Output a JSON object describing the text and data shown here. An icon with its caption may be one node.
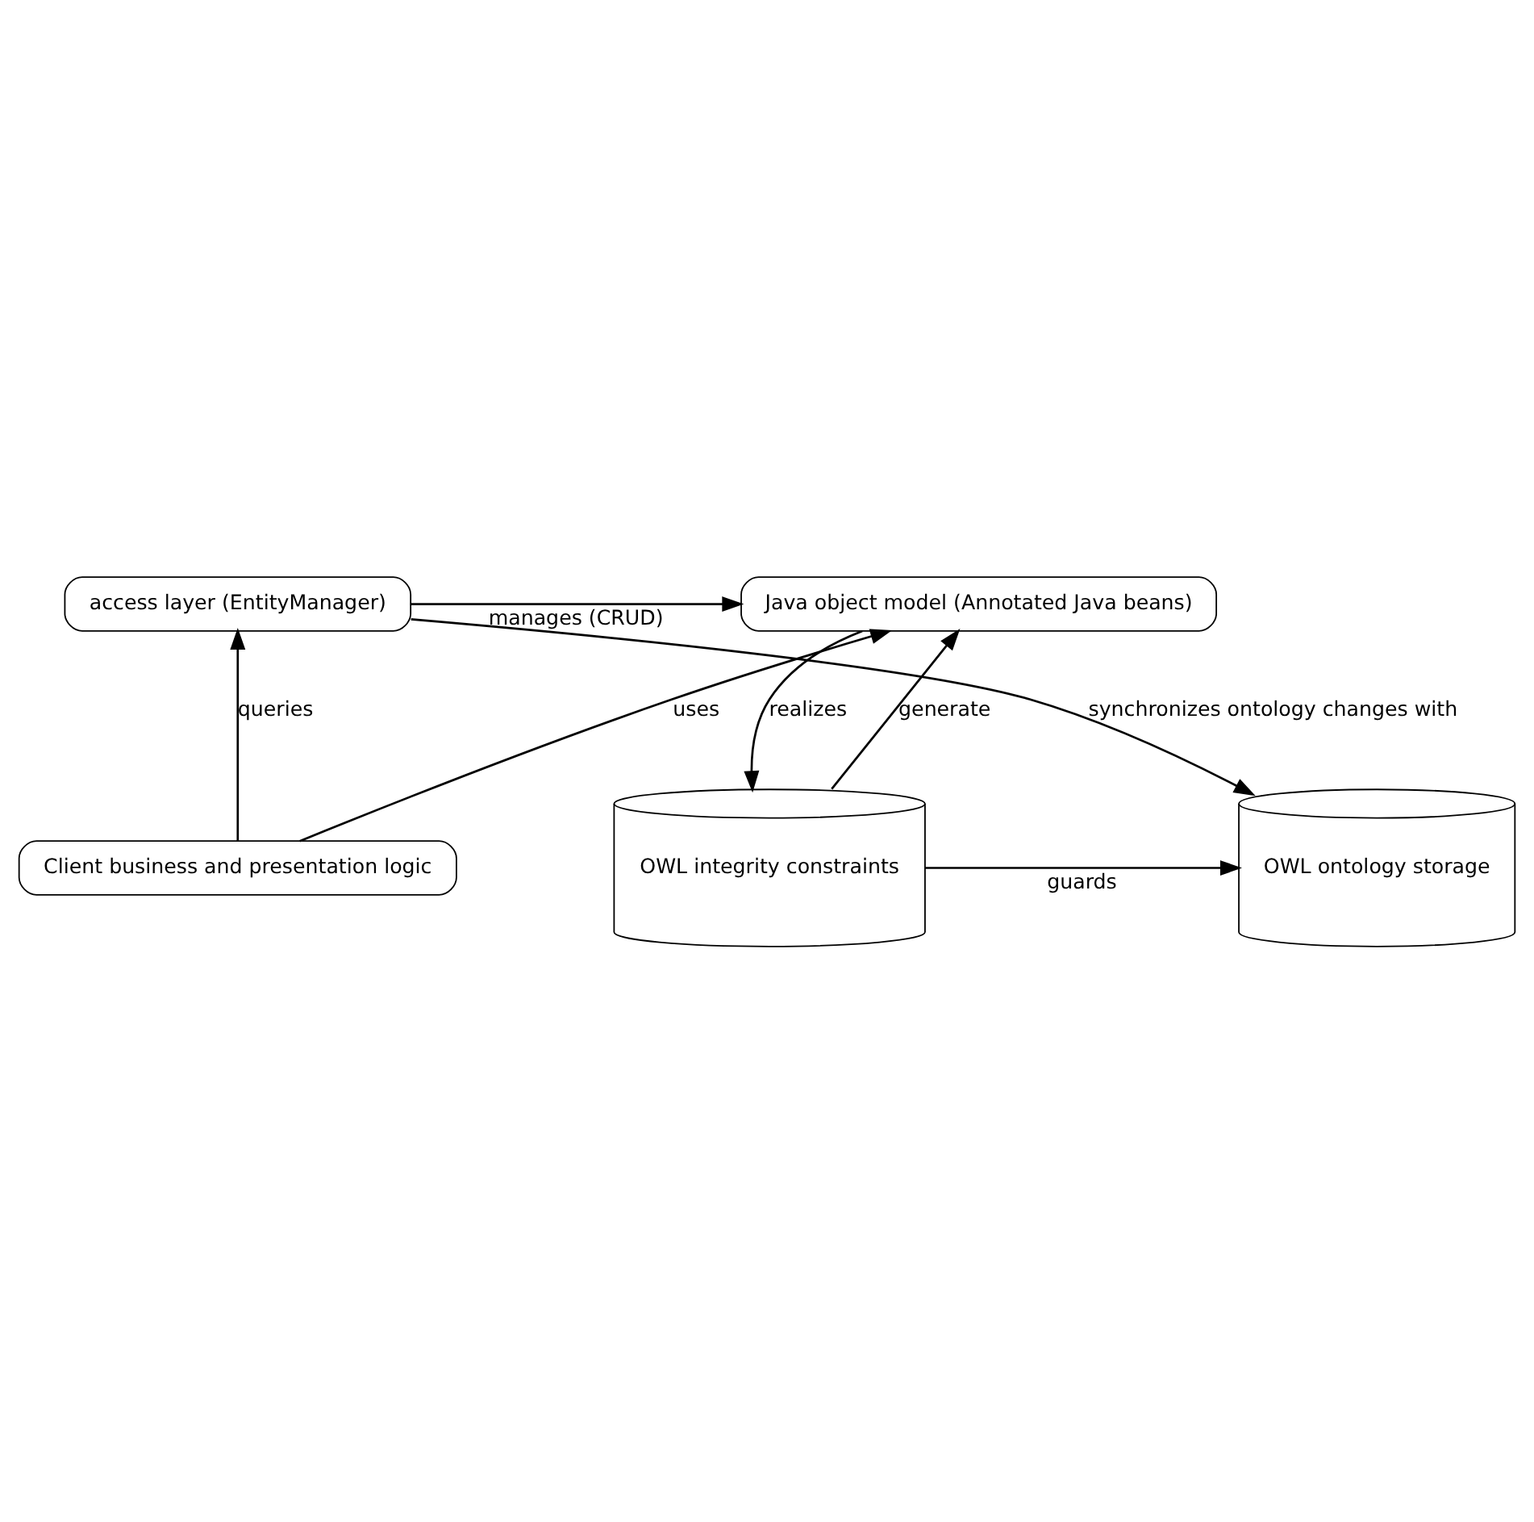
{
  "diagram": {
    "nodes": [
      {
        "text": [
          "OWL ontology storage"
        ]
      },
      {
        "text": [
          "OWL integrity constraints"
        ]
      },
      {
        "text": [
          "access layer (EntityManager)"
        ]
      },
      {
        "text": [
          "Java object model (Annotated Java beans)"
        ]
      },
      {
        "text": [
          "Client business and presentation logic"
        ]
      }
    ],
    "edges": [
      {
        "from": 1,
        "to": 0,
        "arrow": "to",
        "label": "guards"
      },
      {
        "from": 2,
        "to": 0,
        "arrow": "to",
        "label": "synchronizes ontology changes with"
      },
      {
        "from": 1,
        "to": 3,
        "arrow": "to",
        "label": "generate"
      },
      {
        "from": 3,
        "to": 1,
        "arrow": "to",
        "label": "realizes"
      },
      {
        "from": 2,
        "to": 3,
        "arrow": "to",
        "label": "manages (CRUD)"
      },
      {
        "from": 4,
        "to": 3,
        "arrow": "to",
        "label": "uses"
      },
      {
        "from": 4,
        "to": 2,
        "arrow": "to",
        "label": "queries"
      }
    ]
  }
}
